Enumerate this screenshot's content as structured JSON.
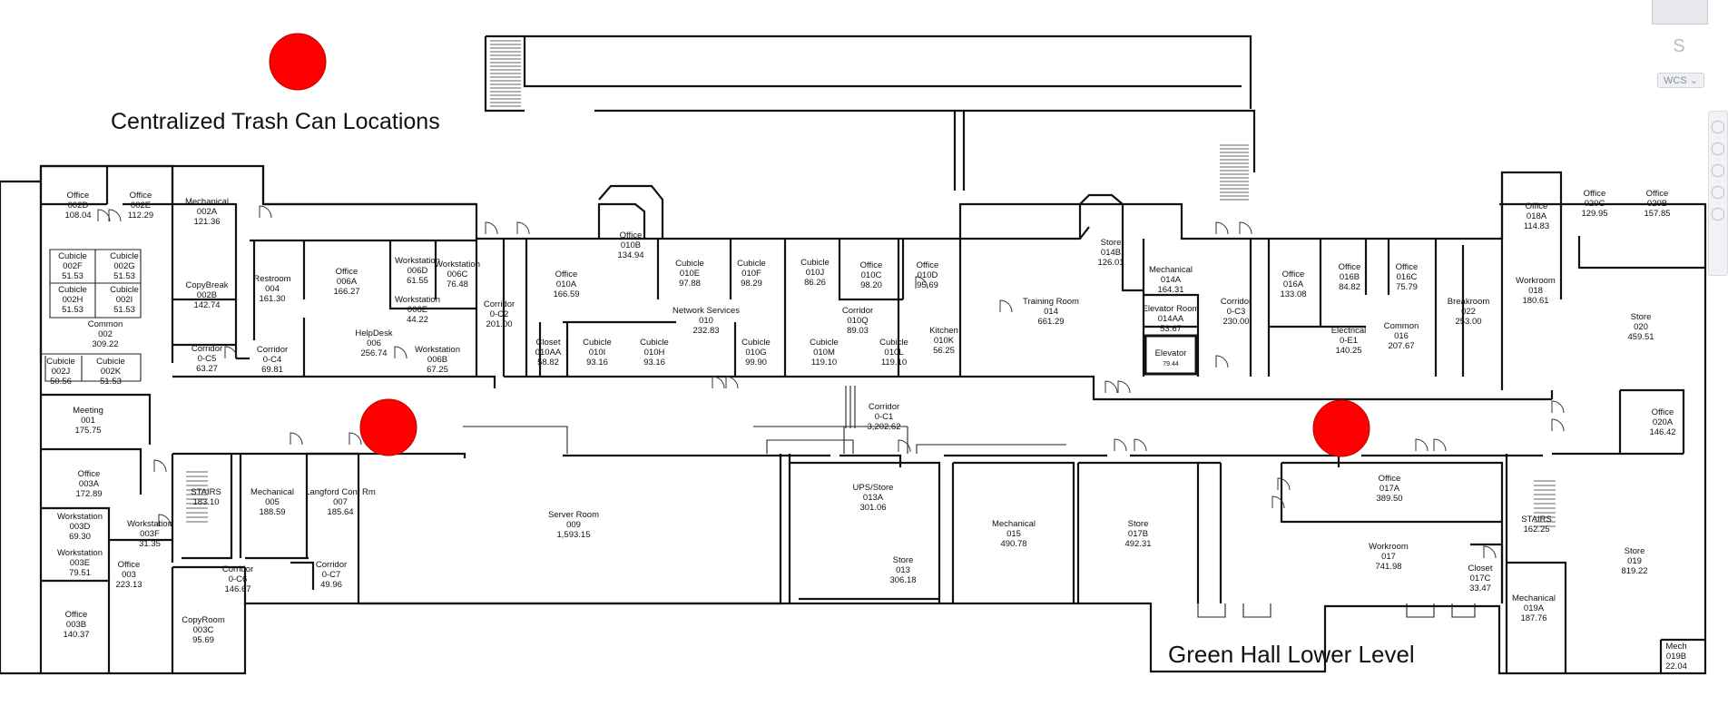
{
  "legend": {
    "title": "Centralized Trash Can Locations"
  },
  "footer": {
    "building_title": "Green Hall Lower Level"
  },
  "colors": {
    "marker": "#ff0000",
    "wall": "#111111"
  },
  "view_controls": {
    "s_label": "S",
    "wcs_label": "WCS ⌄"
  },
  "rooms": [
    {
      "name": "Office",
      "number": "002D",
      "area": "108.04"
    },
    {
      "name": "Office",
      "number": "002E",
      "area": "112.29"
    },
    {
      "name": "Mechanical",
      "number": "002A",
      "area": "121.36"
    },
    {
      "name": "Cubicle",
      "number": "002F",
      "area": "51.53"
    },
    {
      "name": "Cubicle",
      "number": "002G",
      "area": "51.53"
    },
    {
      "name": "Cubicle",
      "number": "002H",
      "area": "51.53"
    },
    {
      "name": "Cubicle",
      "number": "002I",
      "area": "51.53"
    },
    {
      "name": "Common",
      "number": "002",
      "area": "309.22"
    },
    {
      "name": "Cubicle",
      "number": "002J",
      "area": "50.56"
    },
    {
      "name": "Cubicle",
      "number": "002K",
      "area": "51.53"
    },
    {
      "name": "CopyBreak",
      "number": "002B",
      "area": "142.74"
    },
    {
      "name": "Corridor",
      "number": "0-C5",
      "area": "63.27"
    },
    {
      "name": "Restroom",
      "number": "004",
      "area": "161.30"
    },
    {
      "name": "Corridor",
      "number": "0-C4",
      "area": "69.81"
    },
    {
      "name": "Office",
      "number": "006A",
      "area": "166.27"
    },
    {
      "name": "Workstation",
      "number": "006D",
      "area": "61.55"
    },
    {
      "name": "Workstation",
      "number": "006C",
      "area": "76.48"
    },
    {
      "name": "Workstation",
      "number": "006E",
      "area": "44.22"
    },
    {
      "name": "HelpDesk",
      "number": "006",
      "area": "256.74"
    },
    {
      "name": "Workstation",
      "number": "006B",
      "area": "67.25"
    },
    {
      "name": "Corridor",
      "number": "0-C2",
      "area": "201.00"
    },
    {
      "name": "Office",
      "number": "010A",
      "area": "166.59"
    },
    {
      "name": "Office",
      "number": "010B",
      "area": "134.94"
    },
    {
      "name": "Cubicle",
      "number": "010E",
      "area": "97.88"
    },
    {
      "name": "Cubicle",
      "number": "010F",
      "area": "98.29"
    },
    {
      "name": "Network Services",
      "number": "010",
      "area": "232.83"
    },
    {
      "name": "Closet",
      "number": "010AA",
      "area": "58.82"
    },
    {
      "name": "Cubicle",
      "number": "010I",
      "area": "93.16"
    },
    {
      "name": "Cubicle",
      "number": "010H",
      "area": "93.16"
    },
    {
      "name": "Cubicle",
      "number": "010G",
      "area": "99.90"
    },
    {
      "name": "Cubicle",
      "number": "010J",
      "area": "86.26"
    },
    {
      "name": "Office",
      "number": "010C",
      "area": "98.20"
    },
    {
      "name": "Office",
      "number": "010D",
      "area": "95.69"
    },
    {
      "name": "Corridor",
      "number": "010Q",
      "area": "89.03"
    },
    {
      "name": "Cubicle",
      "number": "010M",
      "area": "119.10"
    },
    {
      "name": "Cubicle",
      "number": "010L",
      "area": "119.10"
    },
    {
      "name": "Kitchen",
      "number": "010K",
      "area": "56.25"
    },
    {
      "name": "Training Room",
      "number": "014",
      "area": "661.29"
    },
    {
      "name": "Store",
      "number": "014B",
      "area": "126.01"
    },
    {
      "name": "Mechanical",
      "number": "014A",
      "area": "164.31"
    },
    {
      "name": "Elevator Room",
      "number": "014AA",
      "area": "53.67"
    },
    {
      "name": "Elevator",
      "number": "",
      "area": "79.44"
    },
    {
      "name": "Corridor",
      "number": "0-C3",
      "area": "230.00"
    },
    {
      "name": "Office",
      "number": "016A",
      "area": "133.08"
    },
    {
      "name": "Office",
      "number": "016B",
      "area": "84.82"
    },
    {
      "name": "Office",
      "number": "016C",
      "area": "75.79"
    },
    {
      "name": "Electrical",
      "number": "0-E1",
      "area": "140.25"
    },
    {
      "name": "Common",
      "number": "016",
      "area": "207.67"
    },
    {
      "name": "Breakroom",
      "number": "022",
      "area": "253.00"
    },
    {
      "name": "Office",
      "number": "018A",
      "area": "114.83"
    },
    {
      "name": "Workroom",
      "number": "018",
      "area": "180.61"
    },
    {
      "name": "Office",
      "number": "020C",
      "area": "129.95"
    },
    {
      "name": "Office",
      "number": "020B",
      "area": "157.85"
    },
    {
      "name": "Store",
      "number": "020",
      "area": "459.51"
    },
    {
      "name": "Office",
      "number": "020A",
      "area": "146.42"
    },
    {
      "name": "Meeting",
      "number": "001",
      "area": "175.75"
    },
    {
      "name": "Office",
      "number": "003A",
      "area": "172.89"
    },
    {
      "name": "STAIRS",
      "number": "",
      "area": "183.10"
    },
    {
      "name": "Mechanical",
      "number": "005",
      "area": "188.59"
    },
    {
      "name": "Langford Conf Rm",
      "number": "007",
      "area": "185.64"
    },
    {
      "name": "Workstation",
      "number": "003D",
      "area": "69.30"
    },
    {
      "name": "Workstation",
      "number": "003F",
      "area": "31.35"
    },
    {
      "name": "Workstation",
      "number": "003E",
      "area": "79.51"
    },
    {
      "name": "Office",
      "number": "003",
      "area": "223.13"
    },
    {
      "name": "Corridor",
      "number": "0-C6",
      "area": "146.67"
    },
    {
      "name": "Corridor",
      "number": "0-C7",
      "area": "49.96"
    },
    {
      "name": "Server Room",
      "number": "009",
      "area": "1,593.15"
    },
    {
      "name": "Office",
      "number": "003B",
      "area": "140.37"
    },
    {
      "name": "CopyRoom",
      "number": "003C",
      "area": "95.69"
    },
    {
      "name": "Corridor",
      "number": "0-C1",
      "area": "3,202.62"
    },
    {
      "name": "UPS/Store",
      "number": "013A",
      "area": "301.06"
    },
    {
      "name": "Store",
      "number": "013",
      "area": "306.18"
    },
    {
      "name": "Mechanical",
      "number": "015",
      "area": "490.78"
    },
    {
      "name": "Store",
      "number": "017B",
      "area": "492.31"
    },
    {
      "name": "Office",
      "number": "017A",
      "area": "389.50"
    },
    {
      "name": "Workroom",
      "number": "017",
      "area": "741.98"
    },
    {
      "name": "Closet",
      "number": "017C",
      "area": "33.47"
    },
    {
      "name": "STAIRS",
      "number": "",
      "area": "162.25"
    },
    {
      "name": "Mechanical",
      "number": "019A",
      "area": "187.76"
    },
    {
      "name": "Store",
      "number": "019",
      "area": "819.22"
    },
    {
      "name": "Mech",
      "number": "019B",
      "area": "22.04"
    }
  ]
}
